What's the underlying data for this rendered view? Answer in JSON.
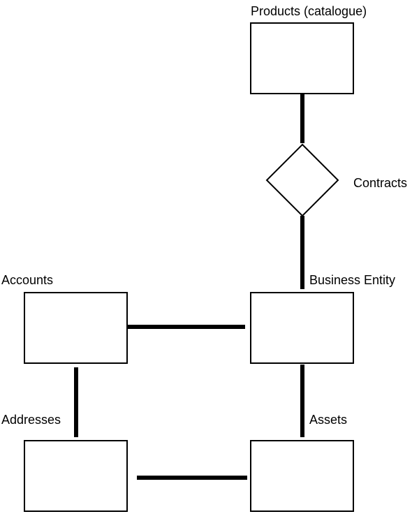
{
  "nodes": {
    "products": {
      "label": "Products (catalogue)"
    },
    "contracts": {
      "label": "Contracts"
    },
    "business_entity": {
      "label": "Business Entity"
    },
    "accounts": {
      "label": "Accounts"
    },
    "addresses": {
      "label": "Addresses"
    },
    "assets": {
      "label": "Assets"
    }
  },
  "colors": {
    "highlight_fill": "#a3c4fb",
    "stroke": "#000000",
    "box_fill": "#ffffff"
  }
}
